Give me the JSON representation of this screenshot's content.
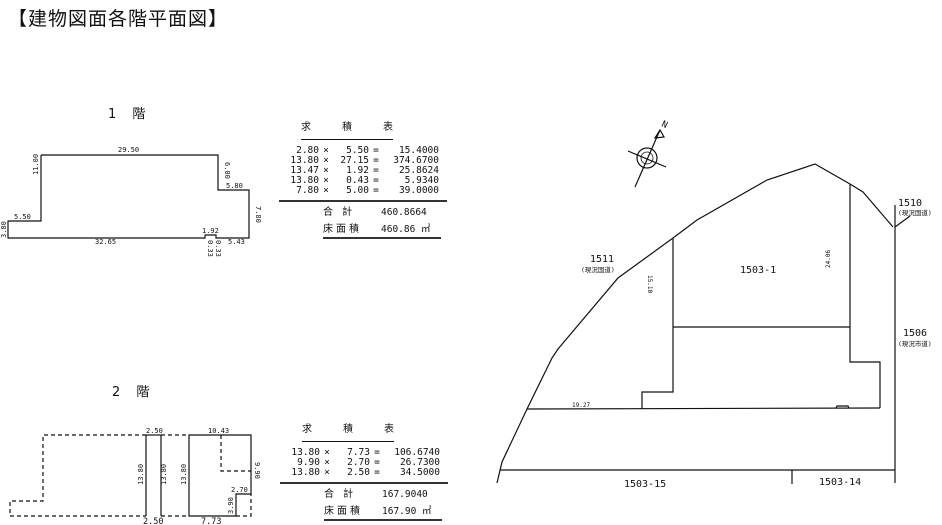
{
  "title": "【建物図面各階平面図】",
  "floor1": {
    "label": "1 階",
    "dims": [
      "29.50",
      "11.00",
      "6.00",
      "5.80",
      "7.80",
      "5.50",
      "3.80",
      "32.65",
      "1.92",
      "0.33",
      "0.33",
      "5.43"
    ],
    "table": {
      "header": [
        "求",
        "積",
        "表"
      ],
      "rows": [
        [
          "2.80",
          "5.50",
          "15.4000"
        ],
        [
          "13.80",
          "27.15",
          "374.6700"
        ],
        [
          "13.47",
          "1.92",
          "25.8624"
        ],
        [
          "13.80",
          "0.43",
          "5.9340"
        ],
        [
          "7.80",
          "5.00",
          "39.0000"
        ]
      ],
      "total_label": "合 計",
      "total": "460.8664",
      "area_label": "床面積",
      "area": "460.86 ㎡"
    }
  },
  "floor2": {
    "label": "2 階",
    "dims": [
      "2.50",
      "10.43",
      "13.80",
      "13.80",
      "13.80",
      "9.90",
      "2.70",
      "3.90",
      "2.50",
      "7.73"
    ],
    "table": {
      "header": [
        "求",
        "積",
        "表"
      ],
      "rows": [
        [
          "13.80",
          "7.73",
          "106.6740"
        ],
        [
          "9.90",
          "2.70",
          "26.7300"
        ],
        [
          "13.80",
          "2.50",
          "34.5000"
        ]
      ],
      "total_label": "合 計",
      "total": "167.9040",
      "area_label": "床面積",
      "area": "167.90 ㎡"
    }
  },
  "site": {
    "compass": "N",
    "lot_main": "1503-1",
    "dims": [
      "15.10",
      "24.06",
      "19.27"
    ],
    "neighbors": [
      {
        "no": "1511",
        "note": "(現況国道)"
      },
      {
        "no": "1510",
        "note": "(現況国道)"
      },
      {
        "no": "1506",
        "note": "(現況市道)"
      },
      {
        "no": "1503-15"
      },
      {
        "no": "1503-14"
      }
    ]
  }
}
